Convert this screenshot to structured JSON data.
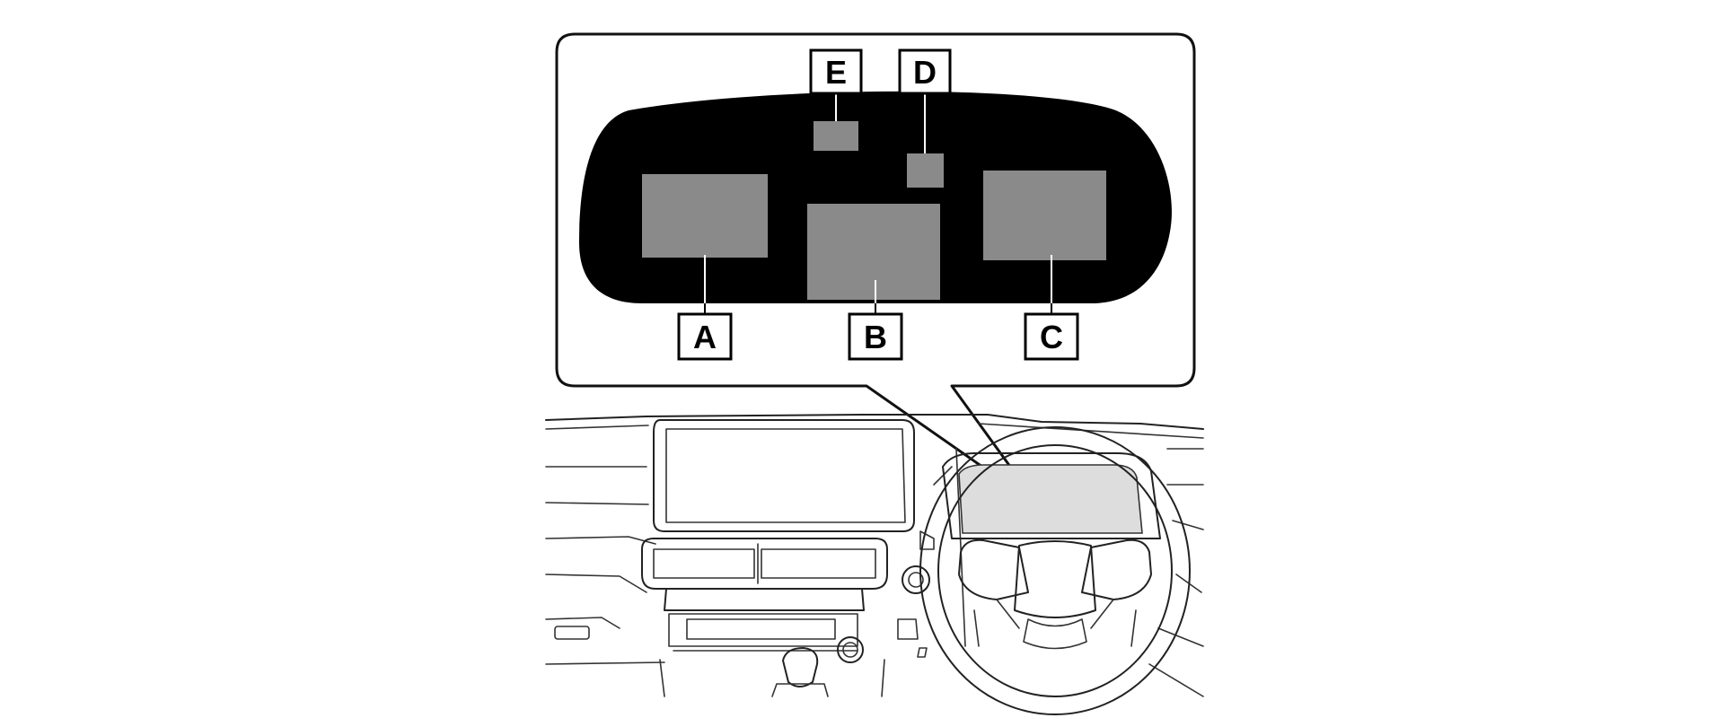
{
  "diagram": {
    "callouts": {
      "A": "A",
      "B": "B",
      "C": "C",
      "D": "D",
      "E": "E"
    },
    "colors": {
      "cluster_background": "#000000",
      "display_area": "#8a8a8a",
      "highlight": "#dddddd",
      "line": "#222222"
    }
  }
}
